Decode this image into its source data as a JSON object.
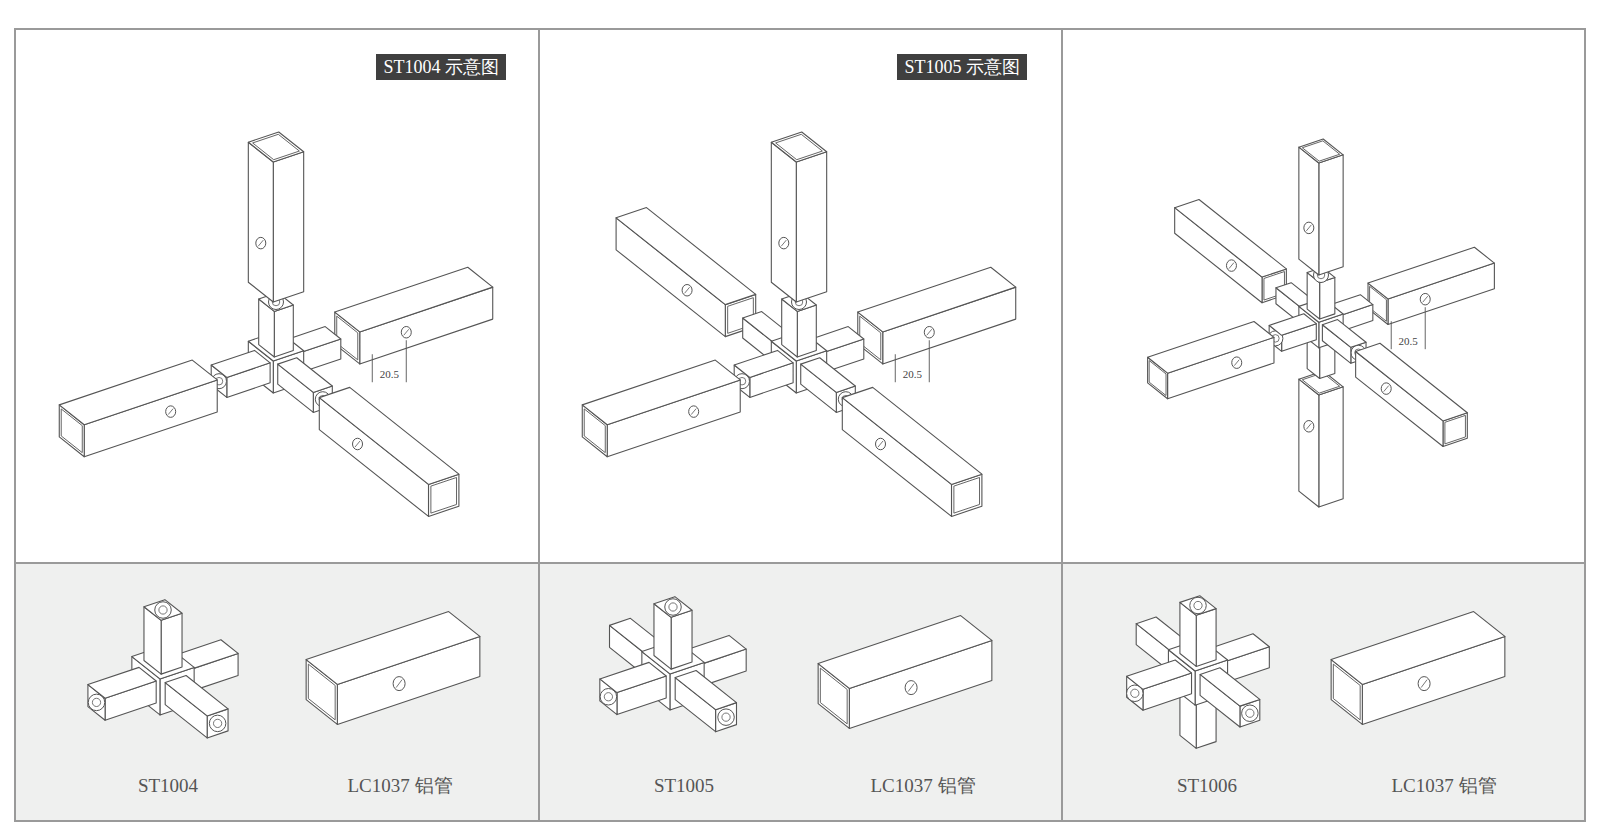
{
  "diagram": {
    "nodes": [
      {
        "text": [
          "ST1004 示意图"
        ]
      },
      {
        "text": [
          "ST1005 示意图"
        ]
      }
    ],
    "labels": [
      "20.5",
      "20.5",
      "20.5",
      "ST1004",
      "LC1037 铝管",
      "ST1005",
      "LC1037 铝管",
      "ST1006",
      "LC1037 铝管"
    ]
  }
}
